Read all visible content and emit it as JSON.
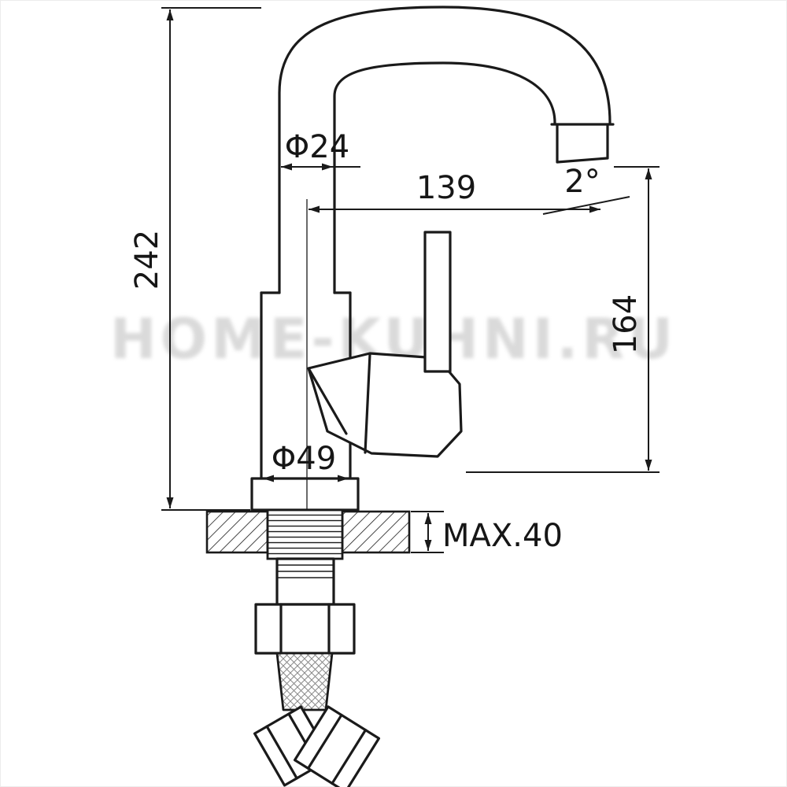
{
  "watermark": "HOME-KUHNI.RU",
  "labels": {
    "overall_height": "242",
    "spout_reach": "139",
    "spout_angle": "2°",
    "spout_diameter": "Φ24",
    "outlet_height": "164",
    "base_diameter": "Φ49",
    "max_mounting_thickness": "MAX.40"
  },
  "colors": {
    "line": "#1a1a1a",
    "background": "#ffffff"
  }
}
